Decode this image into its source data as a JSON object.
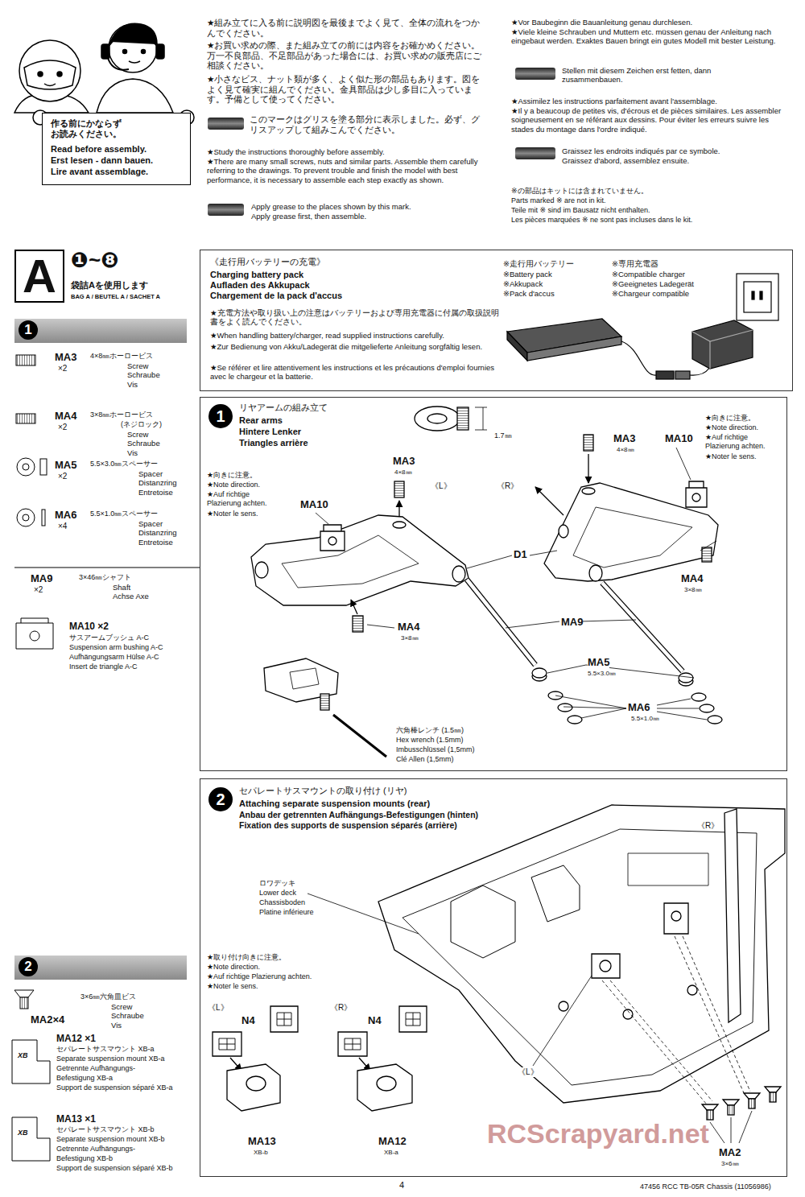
{
  "diagram": {
    "nodes": [
      {
        "text": [
          "作る前にかならずお読みください。",
          "Read before assembly.",
          "Erst lesen - dann bauen.",
          "Lire avant assemblage."
        ]
      },
      {
        "text": [
          "A",
          "❶~❽",
          "袋詰Aを使用します",
          "BAG A / BEUTEL A / SACHET A"
        ]
      },
      {
        "text": [
          "1"
        ]
      },
      {
        "text": [
          "《走行用バッテリーの充電》",
          "Charging battery pack",
          "Aufladen des Akkupack",
          "Chargement de la pack d'accus",
          "★充電方法や取り扱い上の注意はバッテリーおよび専用充電器に付属の取扱説明書をよく読んでください。",
          "★When handling battery/charger, read supplied instructions carefully.",
          "★Zur Bedienung von Akku/Ladegerät die mitgelieferte Anleitung sorgfältig lesen.",
          "★Se référer et lire attentivement les instructions et les précautions d'emploi fournies avec le chargeur et la batterie."
        ]
      },
      {
        "text": [
          "1",
          "リヤアームの組み立て",
          "Rear arms",
          "Hintere Lenker",
          "Triangles arrière"
        ]
      },
      {
        "text": [
          "2",
          "セパレートサスマウントの取り付け (リヤ)",
          "Attaching separate suspension mounts (rear)",
          "Anbau der getrennten Aufhängungs-Befestigungen (hinten)",
          "Fixation des supports de suspension séparés (arrière)"
        ]
      },
      {
        "text": [
          "2"
        ]
      }
    ],
    "labels": [
      "★組み立てに入る前に説明図を最後までよく見て、全体の流れをつかんでください。",
      "★お買い求めの際、また組み立ての前には内容をお確かめください。万一不良部品、不足部品があった場合には、お買い求めの販売店にご相談ください。",
      "★小さなビス、ナット類が多く、よく似た形の部品もあります。図をよく見て確実に組んでください。金具部品は少し多目に入っています。予備として使ってください。",
      "このマークはグリスを塗る部分に表示しました。必ず、グリスアップして組みこんでください。",
      "★Study the instructions thoroughly before assembly.",
      "★There are many small screws, nuts and similar parts. Assemble them carefully referring to the drawings. To prevent trouble and finish the model with best performance, it is necessary to assemble each step exactly as shown.",
      "Apply grease to the places shown by this mark.",
      "Apply grease first, then assemble.",
      "★Vor Baubeginn die Bauanleitung genau durchlesen.",
      "★Viele kleine Schrauben und Muttern etc. müssen genau der Anleitung nach eingebaut werden. Exaktes Bauen bringt ein gutes Modell mit bester Leistung.",
      "Stellen mit diesem Zeichen erst fetten, dann zusammenbauen.",
      "★Assimilez les instructions parfaitement avant l'assemblage.",
      "★Il y a beaucoup de petites vis, d'écrous et de pièces similaires. Les assembler soigneusement en se référant aux dessins. Pour éviter les erreurs suivre les stades du montage dans l'ordre indiqué.",
      "Graissez les endroits indiqués par ce symbole.",
      "Graissez d'abord, assemblez ensuite.",
      "※の部品はキットには含まれていません。",
      "Parts marked ※ are not in kit.",
      "Teile mit ※ sind im Bausatz nicht enthalten.",
      "Les pièces marquées ※ ne sont pas incluses dans le kit.",
      "※走行用バッテリー",
      "※Battery pack",
      "※Akkupack",
      "※Pack d'accus",
      "※専用充電器",
      "※Compatible charger",
      "※Geeignetes Ladegerät",
      "※Chargeur compatible",
      "MA3",
      "×2",
      "4×8㎜ホーロービス",
      "Screw Schraube Vis",
      "MA4",
      "×2",
      "3×8㎜ホーロービス",
      "(ネジロック)",
      "Screw Schraube Vis",
      "MA5",
      "×2",
      "5.5×3.0㎜スペーサー",
      "Spacer Distanzring Entretoise",
      "MA6",
      "×4",
      "5.5×1.0㎜スペーサー",
      "Spacer Distanzring Entretoise",
      "MA9",
      "×2",
      "3×46㎜シャフト",
      "Shaft Achse Axe",
      "MA10 ×2",
      "サスアームブッシュ A-C",
      "Suspension arm bushing A-C",
      "Aufhängungsarm Hülse A-C",
      "Insert de triangle A-C",
      "1.7㎜",
      "MA3",
      "4×8㎜",
      "MA10",
      "★向きに注意。",
      "★Note direction.",
      "★Auf richtige Plazierung achten.",
      "★Noter le sens.",
      "MA3",
      "4×8㎜",
      "《L》",
      "《R》",
      "★向きに注意。",
      "★Note direction.",
      "★Auf richtige Plazierung achten.",
      "★Noter le sens.",
      "MA10",
      "D1",
      "MA4",
      "3×8㎜",
      "MA4",
      "3×8㎜",
      "MA9",
      "MA5",
      "5.5×3.0㎜",
      "MA6",
      "5.5×1.0㎜",
      "六角棒レンチ (1.5㎜)",
      "Hex wrench (1.5mm)",
      "Imbusschlüssel (1,5mm)",
      "Clé Allen (1,5mm)",
      "3×6㎜六角皿ビス",
      "Screw Schraube Vis",
      "MA2×4",
      "XB",
      "MA12 ×1",
      "セパレートサスマウント XB-a",
      "Separate suspension mount XB-a",
      "Getrennte Aufhängungs-",
      "Befestigung XB-a",
      "Support de suspension séparé XB-a",
      "XB",
      "MA13 ×1",
      "セパレートサスマウント XB-b",
      "Separate suspension mount XB-b",
      "Getrennte Aufhängungs-",
      "Befestigung XB-b",
      "Support de suspension séparé XB-b",
      "ロワデッキ",
      "Lower deck",
      "Chassisboden",
      "Platine inférieure",
      "★取り付け向きに注意。",
      "★Note direction.",
      "★Auf richtige Plazierung achten.",
      "★Noter le sens.",
      "《L》",
      "《R》",
      "N4",
      "N4",
      "MA13",
      "XB-b",
      "MA12",
      "XB-a",
      "《R》",
      "《L》",
      "MA2",
      "3×6㎜",
      "4",
      "47456 RCC TB-05R Chassis (11056986)",
      "RCScrapyard.net"
    ]
  }
}
